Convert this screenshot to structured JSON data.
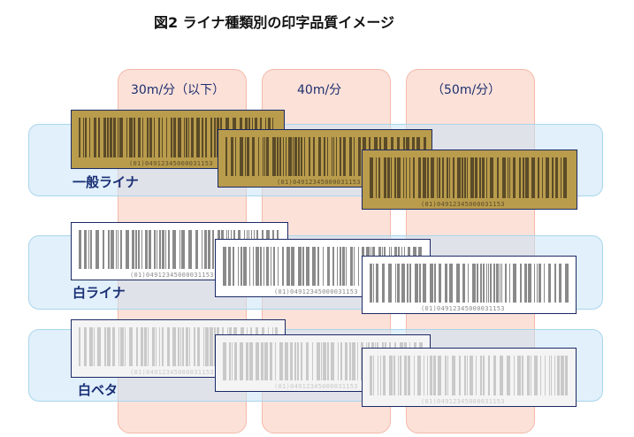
{
  "title": "図2  ライナ種類別の印字品質イメージ",
  "columns": [
    {
      "label": "30m/分（以下）"
    },
    {
      "label": "40m/分"
    },
    {
      "label": "（50m/分）"
    }
  ],
  "rows": [
    {
      "label": "一般ライナ",
      "bg": "#b99c4c",
      "bar": "#5b4b28",
      "caption": "(01)04912345000031153"
    },
    {
      "label": "白ライナ",
      "bg": "#ffffff",
      "bar": "#8a8a8a",
      "caption": "(01)04912345000031153"
    },
    {
      "label": "白ベタ",
      "bg": "#f4f4f4",
      "bar": "#c9c9c9",
      "caption": "(01)04912345000031153"
    }
  ]
}
